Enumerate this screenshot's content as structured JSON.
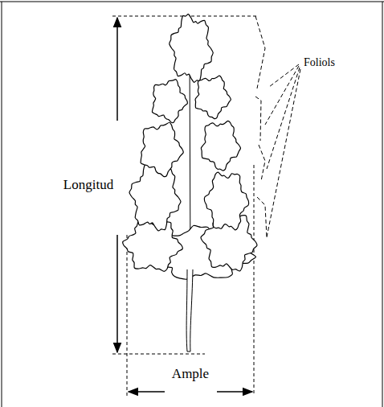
{
  "diagram": {
    "labels": [
      "Longitud",
      "Ample",
      "Foliols"
    ]
  }
}
